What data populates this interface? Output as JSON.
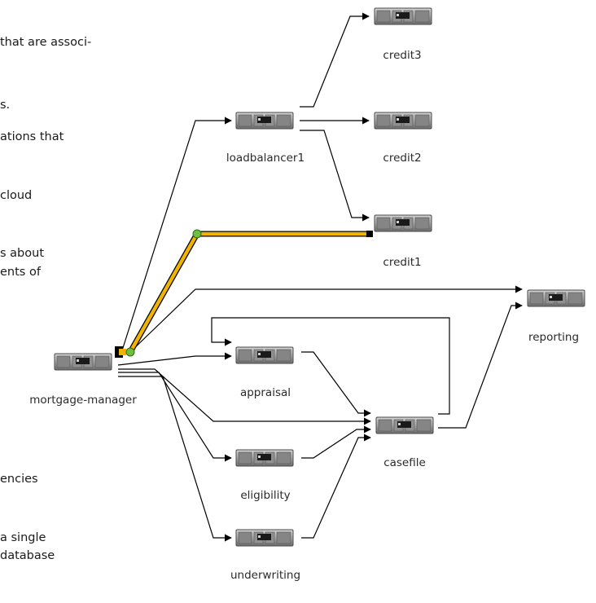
{
  "text_fragments": [
    "that are associ-",
    "s.",
    "ations that",
    "cloud",
    "s about",
    "ents of",
    "encies",
    "a single",
    "database"
  ],
  "nodes": [
    {
      "id": "mortgage-manager",
      "label": "mortgage-manager"
    },
    {
      "id": "loadbalancer1",
      "label": "loadbalancer1"
    },
    {
      "id": "credit3",
      "label": "credit3"
    },
    {
      "id": "credit2",
      "label": "credit2"
    },
    {
      "id": "credit1",
      "label": "credit1"
    },
    {
      "id": "reporting",
      "label": "reporting"
    },
    {
      "id": "appraisal",
      "label": "appraisal"
    },
    {
      "id": "casefile",
      "label": "casefile"
    },
    {
      "id": "eligibility",
      "label": "eligibility"
    },
    {
      "id": "underwriting",
      "label": "underwriting"
    }
  ],
  "edges": [
    {
      "from": "mortgage-manager",
      "to": "loadbalancer1",
      "highlighted": false
    },
    {
      "from": "mortgage-manager",
      "to": "credit1",
      "highlighted": true
    },
    {
      "from": "mortgage-manager",
      "to": "reporting",
      "highlighted": false
    },
    {
      "from": "mortgage-manager",
      "to": "appraisal",
      "highlighted": false
    },
    {
      "from": "mortgage-manager",
      "to": "casefile",
      "highlighted": false
    },
    {
      "from": "mortgage-manager",
      "to": "eligibility",
      "highlighted": false
    },
    {
      "from": "mortgage-manager",
      "to": "underwriting",
      "highlighted": false
    },
    {
      "from": "loadbalancer1",
      "to": "credit3",
      "highlighted": false
    },
    {
      "from": "loadbalancer1",
      "to": "credit2",
      "highlighted": false
    },
    {
      "from": "loadbalancer1",
      "to": "credit1",
      "highlighted": false
    },
    {
      "from": "appraisal",
      "to": "casefile",
      "highlighted": false
    },
    {
      "from": "eligibility",
      "to": "casefile",
      "highlighted": false
    },
    {
      "from": "underwriting",
      "to": "casefile",
      "highlighted": false
    },
    {
      "from": "casefile",
      "to": "appraisal",
      "highlighted": false
    },
    {
      "from": "casefile",
      "to": "reporting",
      "highlighted": false
    }
  ],
  "colors": {
    "highlight": "#f0b400",
    "highlight_dot": "#6dbf3c"
  }
}
